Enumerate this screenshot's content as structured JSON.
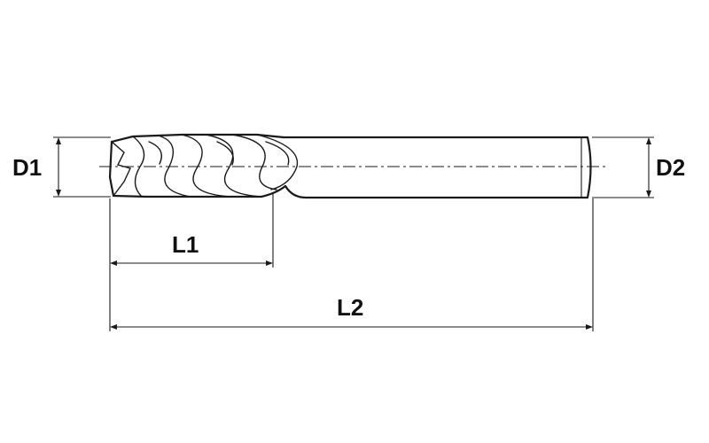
{
  "labels": {
    "d1": "D1",
    "d2": "D2",
    "l1": "L1",
    "l2": "L2"
  },
  "colors": {
    "line": "#1a1a1a",
    "background": "#ffffff"
  }
}
